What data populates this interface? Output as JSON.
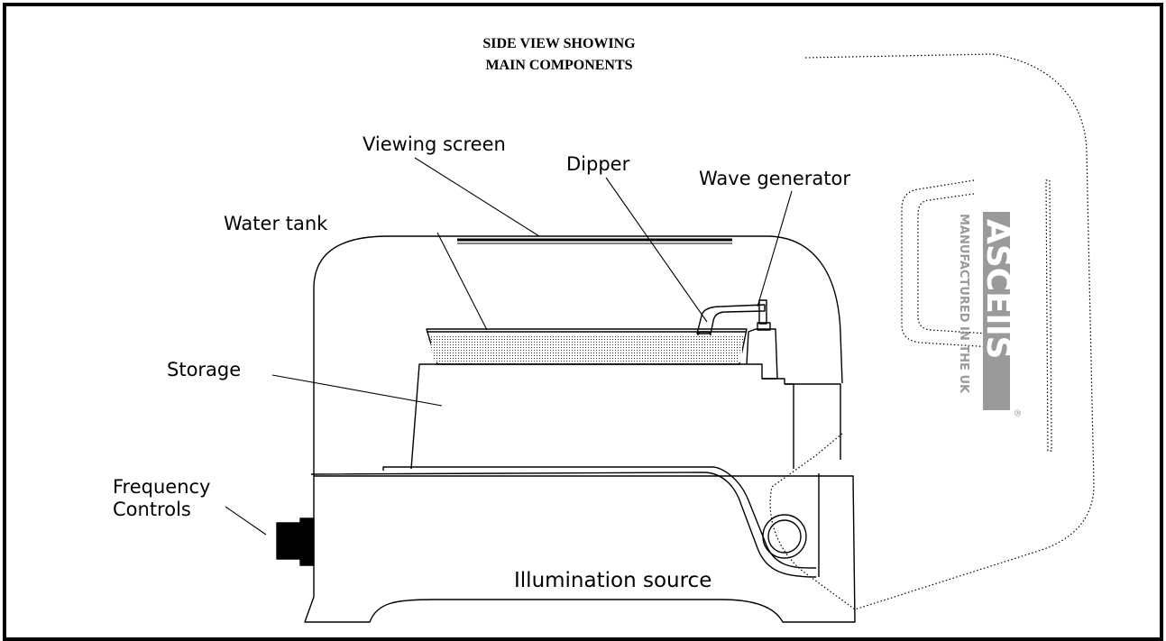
{
  "title": {
    "line1": "SIDE VIEW SHOWING",
    "line2": "MAIN COMPONENTS"
  },
  "labels": {
    "viewing_screen": "Viewing screen",
    "dipper": "Dipper",
    "wave_generator": "Wave generator",
    "water_tank": "Water tank",
    "storage": "Storage",
    "frequency_controls_line1": "Frequency",
    "frequency_controls_line2": "Controls",
    "illumination_source": "Illumination source"
  },
  "logo": {
    "brand": "ASCEllS",
    "tagline": "MANUFACTURED IN THE UK",
    "registered": "®"
  },
  "colors": {
    "line": "#000000",
    "background": "#ffffff",
    "logo_gray": "#9a9a9a"
  }
}
